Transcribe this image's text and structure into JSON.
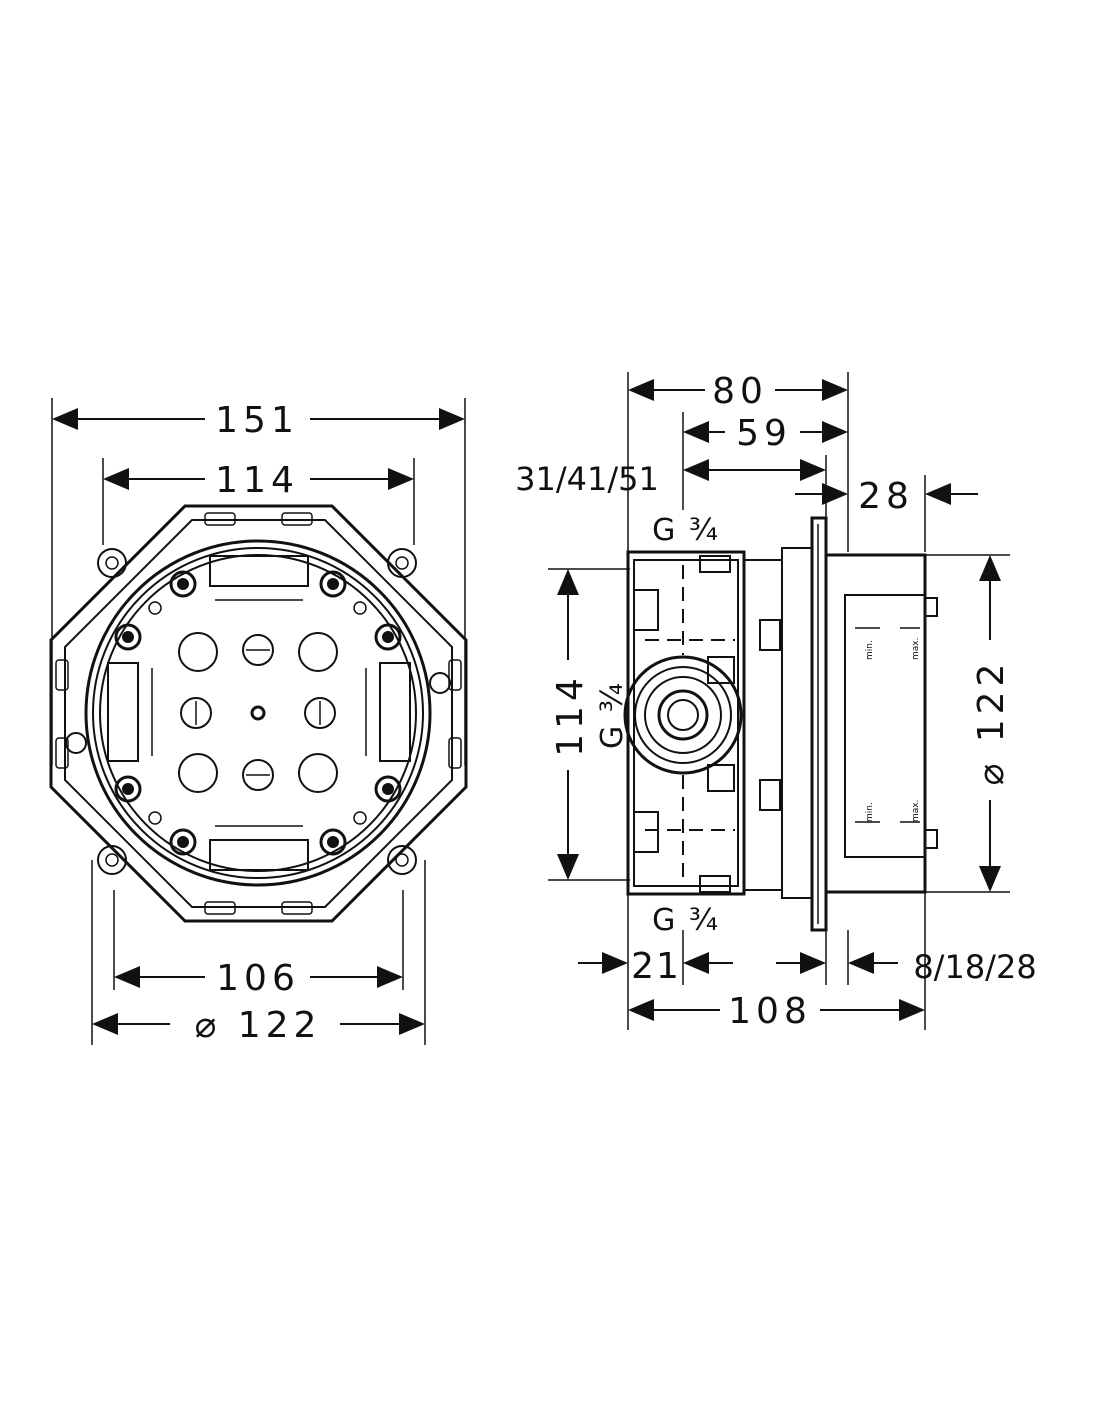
{
  "front_view": {
    "dim_151": "151",
    "dim_114_top": "114",
    "dim_106": "106",
    "dim_diameter_122": "⌀ 122"
  },
  "side_view": {
    "dim_80": "80",
    "dim_59": "59",
    "dim_31_41_51": "31/41/51",
    "dim_28": "28",
    "thread_top": "G ¾",
    "dim_114_vertical": "114",
    "thread_side": "G ¾",
    "dim_diameter_122_vertical": "⌀ 122",
    "thread_bottom": "G ¾",
    "dim_21": "21",
    "dim_8_18_28": "8/18/28",
    "dim_108": "108",
    "label_min_1": "min.",
    "label_max_1": "max.",
    "label_min_2": "min.",
    "label_max_2": "max."
  }
}
